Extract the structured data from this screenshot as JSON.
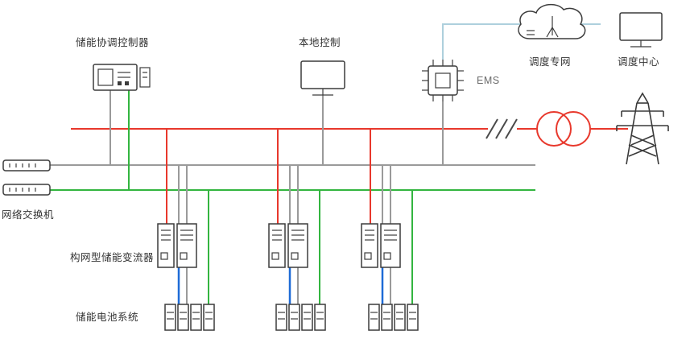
{
  "labels": {
    "coordinator": "储能协调控制器",
    "local_control": "本地控制",
    "ems": "EMS",
    "dispatch_network": "调度专网",
    "dispatch_center": "调度中心",
    "network_switch": "网络交换机",
    "converter": "构网型储能变流器",
    "battery_system": "储能电池系统"
  },
  "colors": {
    "power_line": "#e8382c",
    "comm_line": "#9a9a9a",
    "green_line": "#33b540",
    "dc_line": "#1e6bd6",
    "cloud_link": "#aed0dd",
    "icon_stroke": "#3c3c3c",
    "text": "#333333"
  }
}
